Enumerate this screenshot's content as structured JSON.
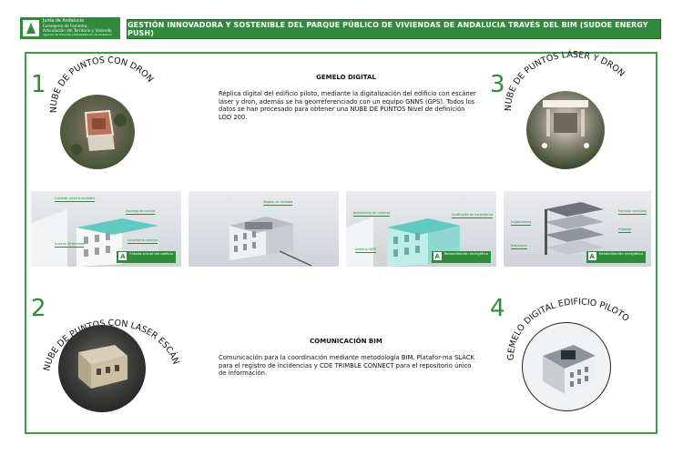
{
  "header": {
    "logo_lines": [
      "Junta de Andalucía",
      "Consejería de Fomento,",
      "Articulación del Territorio y Vivienda",
      "Agencia de Vivienda y Rehabilitación de Andalucía"
    ],
    "title": "GESTIÓN INNOVADORA Y SOSTENIBLE DEL PARQUE PÚBLICO DE VIVIENDAS DE ANDALUCIA  TRAVÉS DEL BIM (SUDOE ENERGY PUSH)"
  },
  "panels": [
    {
      "number": "1",
      "label": "NUBE DE PUNTOS CON DRON"
    },
    {
      "number": "2",
      "label": "NUBE DE PUNTOS CON LASER ESCÁNER"
    },
    {
      "number": "3",
      "label": "NUBE DE PUNTOS LÁSER Y DRON"
    },
    {
      "number": "4",
      "label": "GEMELO DIGITAL EDIFICIO PILOTO"
    }
  ],
  "gemelo": {
    "title": "GEMELO DIGITAL",
    "body": "Réplica digital del edificio piloto, mediante la digitalización del edificio con escáner láser y dron, además se ha georreferenciado con un equipo GNNS (GPS). Todos los datos se han procesado para obtener una NUBE DE PUNTOS Nivel de definición LOD 200."
  },
  "comunicacion": {
    "title": "COMUNICACIÓN BIM",
    "body": "Comunicación para la coordinación mediante metodología BIM. Platafor-ma SLACK para el registro de incidencias y CDE TRIMBLE CONNECT para el repositorio único de información."
  },
  "strip": [
    {
      "tag": "Estado actual del edificio",
      "labels": [
        "Cubierta plana transitable",
        "Fachada de ladrillo",
        "Huecos de fachada",
        "Carpintería exterior"
      ]
    },
    {
      "tag": "",
      "labels": [
        "Modelo de fachada"
      ]
    },
    {
      "tag": "Rehabilitación energética",
      "labels": [
        "Aislamiento de cubierta",
        "Sustitución de carpinterías",
        "Sistema SATE"
      ]
    },
    {
      "tag": "Rehabilitación energética",
      "labels": [
        "Instalaciones",
        "Fachada ventilada",
        "Forjados",
        "Estructura"
      ]
    }
  ],
  "colors": {
    "brand_green": "#2f8a3c",
    "frame_green": "#3f9a45",
    "teal_model": "#5fc9c2"
  }
}
